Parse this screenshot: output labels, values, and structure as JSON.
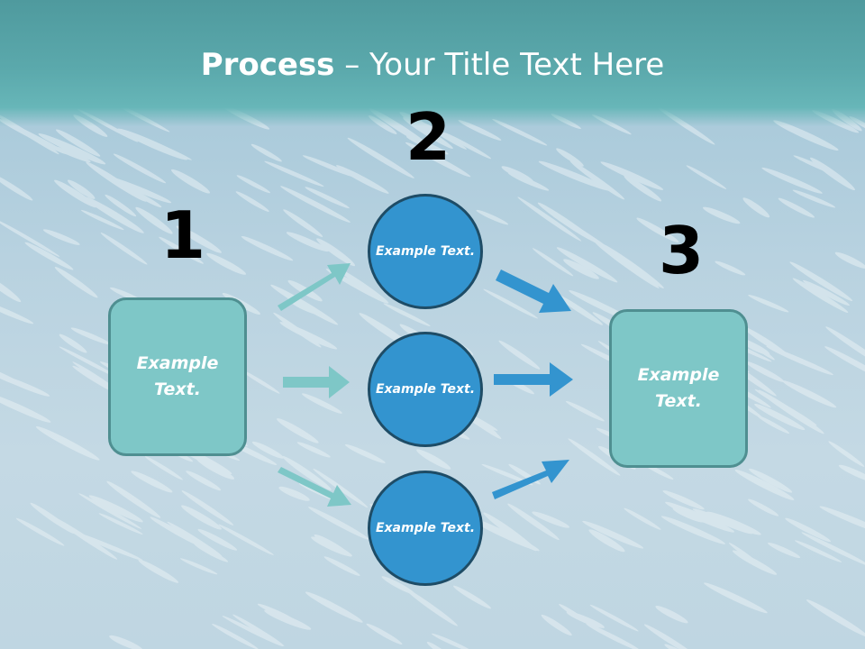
{
  "slide": {
    "title_bold": "Process",
    "title_rest": " – Your Title Text Here"
  },
  "steps": {
    "step1_number": "1",
    "step2_number": "2",
    "step3_number": "3"
  },
  "nodes": {
    "left_box": "Example Text.",
    "circle_top": "Example Text.",
    "circle_middle": "Example Text.",
    "circle_bottom": "Example Text.",
    "right_box": "Example Text."
  },
  "colors": {
    "teal_box": "#7ec7c7",
    "teal_arrow": "#7ec7c7",
    "blue_circle": "#3394cf",
    "blue_arrow": "#3394cf",
    "header": "#5ba9ac"
  }
}
